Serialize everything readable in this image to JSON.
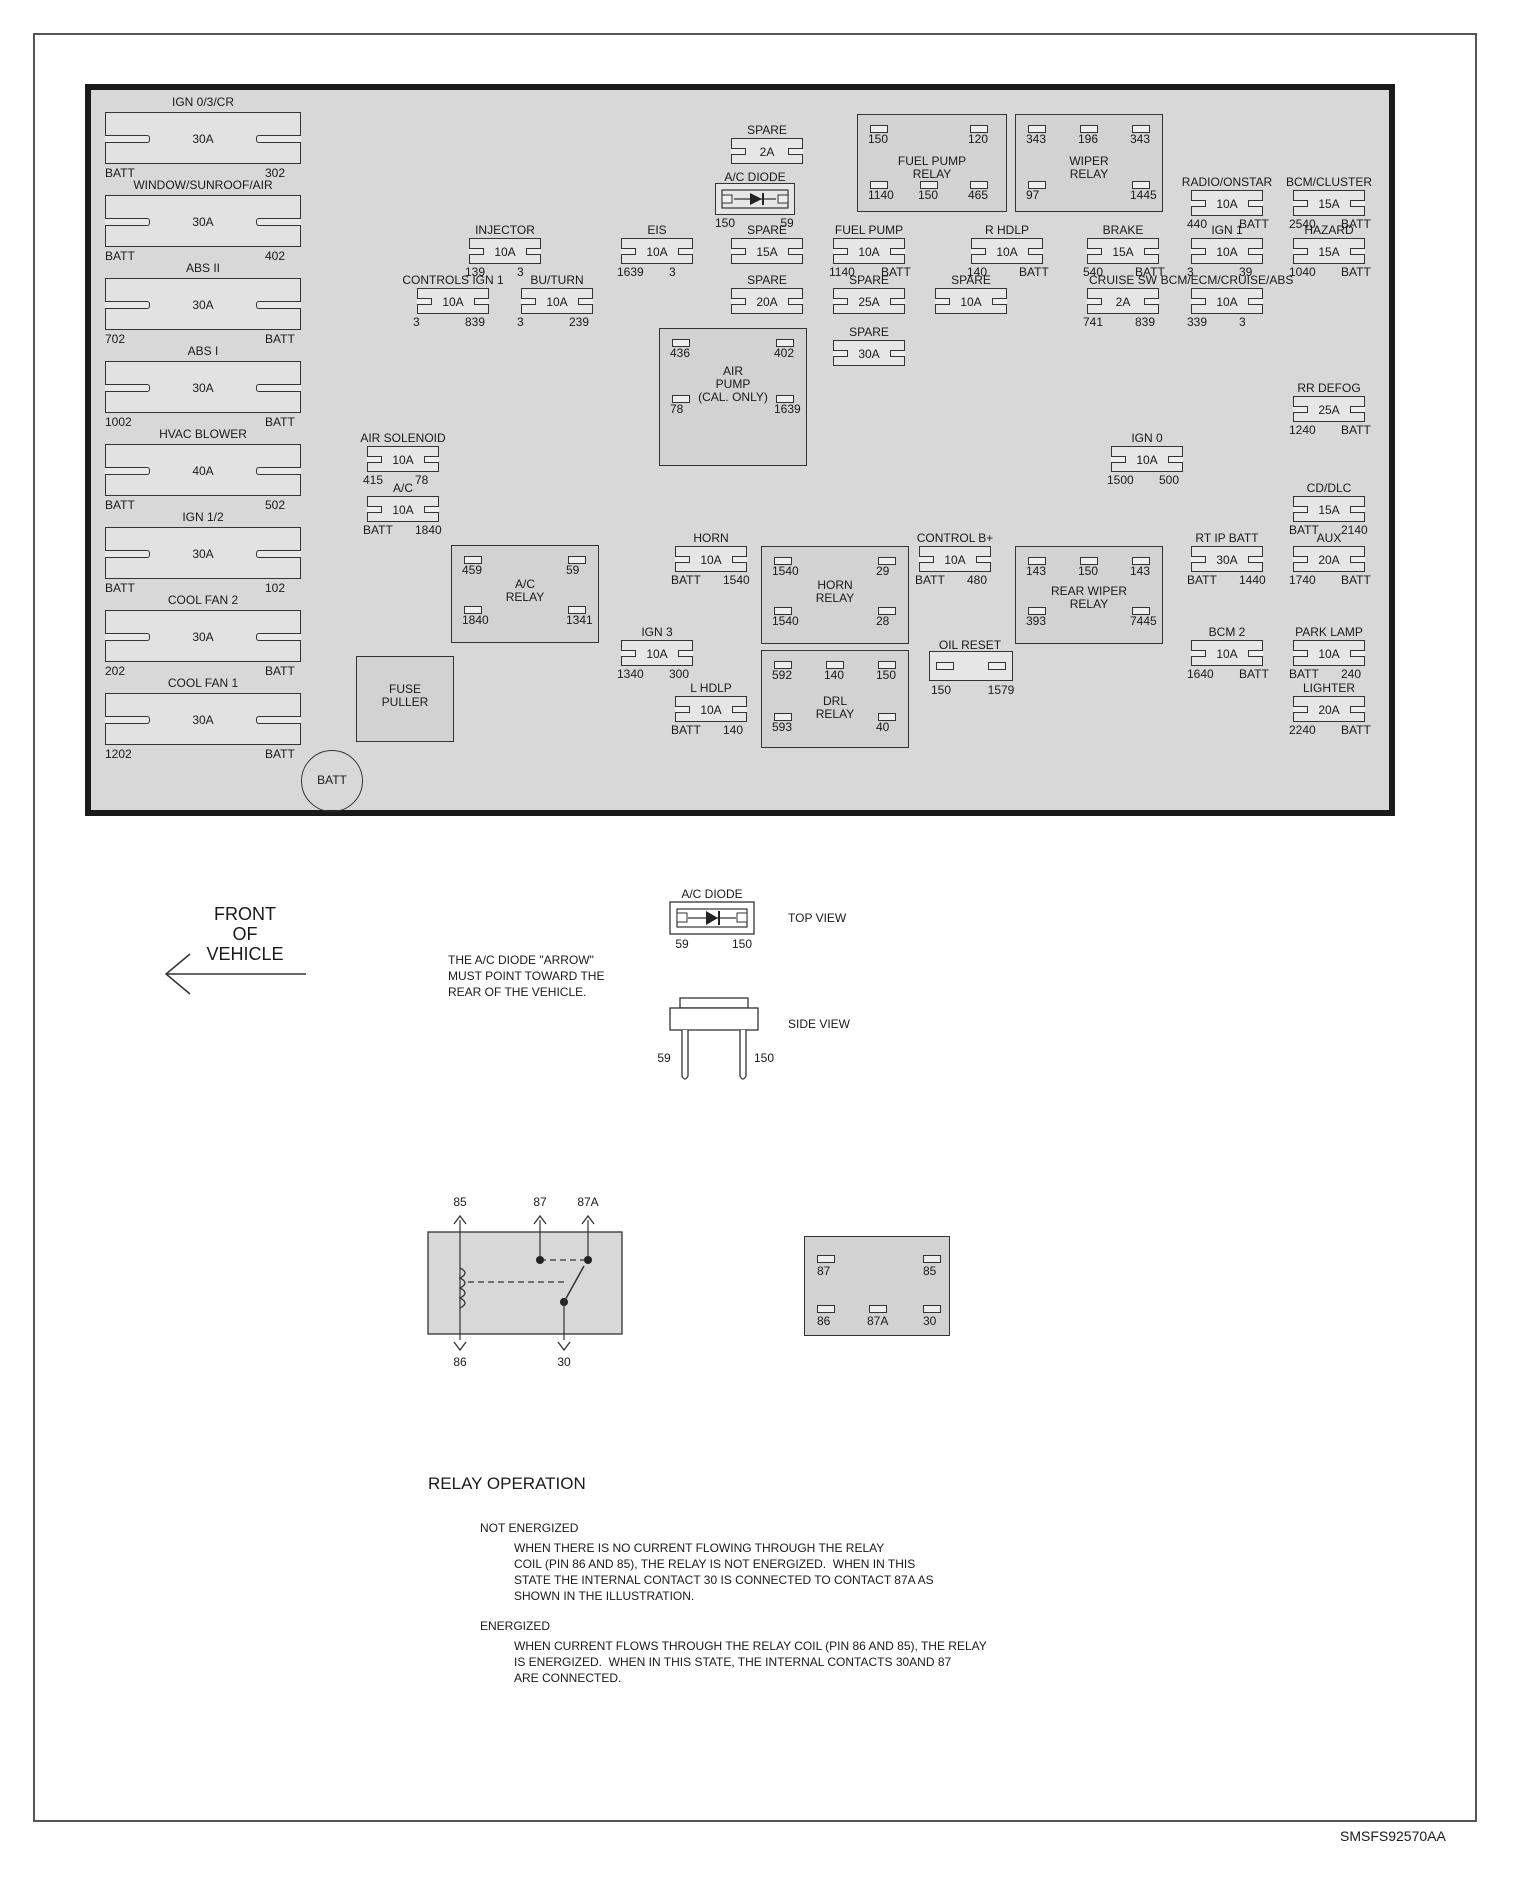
{
  "maxi_fuses": [
    {
      "name": "IGN 0/3/CR",
      "amp": "30A",
      "left": "BATT",
      "right": "302"
    },
    {
      "name": "WINDOW/SUNROOF/AIR",
      "amp": "30A",
      "left": "BATT",
      "right": "402"
    },
    {
      "name": "ABS II",
      "amp": "30A",
      "left": "702",
      "right": "BATT"
    },
    {
      "name": "ABS I",
      "amp": "30A",
      "left": "1002",
      "right": "BATT"
    },
    {
      "name": "HVAC BLOWER",
      "amp": "40A",
      "left": "BATT",
      "right": "502"
    },
    {
      "name": "IGN 1/2",
      "amp": "30A",
      "left": "BATT",
      "right": "102"
    },
    {
      "name": "COOL FAN 2",
      "amp": "30A",
      "left": "202",
      "right": "BATT"
    },
    {
      "name": "COOL FAN 1",
      "amp": "30A",
      "left": "1202",
      "right": "BATT"
    }
  ],
  "mini_fuses": [
    {
      "name": "SPARE",
      "amp": "2A",
      "left": "",
      "right": ""
    },
    {
      "name": "INJECTOR",
      "amp": "10A",
      "left": "139",
      "right": "3"
    },
    {
      "name": "EIS",
      "amp": "10A",
      "left": "1639",
      "right": "3"
    },
    {
      "name": "SPARE",
      "amp": "15A",
      "left": "",
      "right": ""
    },
    {
      "name": "FUEL PUMP",
      "amp": "10A",
      "left": "1140",
      "right": "BATT"
    },
    {
      "name": "R HDLP",
      "amp": "10A",
      "left": "140",
      "right": "BATT"
    },
    {
      "name": "BRAKE",
      "amp": "15A",
      "left": "540",
      "right": "BATT"
    },
    {
      "name": "IGN 1",
      "amp": "10A",
      "left": "3",
      "right": "39"
    },
    {
      "name": "HAZARD",
      "amp": "15A",
      "left": "1040",
      "right": "BATT"
    },
    {
      "name": "RADIO/ONSTAR",
      "amp": "10A",
      "left": "440",
      "right": "BATT"
    },
    {
      "name": "BCM/CLUSTER",
      "amp": "15A",
      "left": "2540",
      "right": "BATT"
    },
    {
      "name": "CONTROLS IGN 1",
      "amp": "10A",
      "left": "3",
      "right": "839"
    },
    {
      "name": "BU/TURN",
      "amp": "10A",
      "left": "3",
      "right": "239"
    },
    {
      "name": "SPARE",
      "amp": "20A",
      "left": "",
      "right": ""
    },
    {
      "name": "SPARE",
      "amp": "25A",
      "left": "",
      "right": ""
    },
    {
      "name": "SPARE",
      "amp": "10A",
      "left": "",
      "right": ""
    },
    {
      "name": "CRUISE SW",
      "amp": "2A",
      "left": "741",
      "right": "839"
    },
    {
      "name": "BCM/ECM/CRUISE/ABS",
      "amp": "10A",
      "left": "339",
      "right": "3"
    },
    {
      "name": "SPARE",
      "amp": "30A",
      "left": "",
      "right": ""
    },
    {
      "name": "RR DEFOG",
      "amp": "25A",
      "left": "1240",
      "right": "BATT"
    },
    {
      "name": "AIR SOLENOID",
      "amp": "10A",
      "left": "415",
      "right": "78"
    },
    {
      "name": "A/C",
      "amp": "10A",
      "left": "BATT",
      "right": "1840"
    },
    {
      "name": "IGN 0",
      "amp": "10A",
      "left": "1500",
      "right": "500"
    },
    {
      "name": "CD/DLC",
      "amp": "15A",
      "left": "BATT",
      "right": "2140"
    },
    {
      "name": "HORN",
      "amp": "10A",
      "left": "BATT",
      "right": "1540"
    },
    {
      "name": "CONTROL B+",
      "amp": "10A",
      "left": "BATT",
      "right": "480"
    },
    {
      "name": "RT IP BATT",
      "amp": "30A",
      "left": "BATT",
      "right": "1440"
    },
    {
      "name": "AUX",
      "amp": "20A",
      "left": "1740",
      "right": "BATT"
    },
    {
      "name": "IGN 3",
      "amp": "10A",
      "left": "1340",
      "right": "300"
    },
    {
      "name": "BCM 2",
      "amp": "10A",
      "left": "1640",
      "right": "BATT"
    },
    {
      "name": "PARK LAMP",
      "amp": "10A",
      "left": "BATT",
      "right": "240"
    },
    {
      "name": "L HDLP",
      "amp": "10A",
      "left": "BATT",
      "right": "140"
    },
    {
      "name": "LIGHTER",
      "amp": "20A",
      "left": "2240",
      "right": "BATT"
    }
  ],
  "relays": {
    "fuel_pump": {
      "label": "FUEL PUMP\nRELAY",
      "pins": [
        "150",
        "120",
        "1140",
        "150",
        "465"
      ]
    },
    "wiper": {
      "label": "WIPER\nRELAY",
      "pins": [
        "343",
        "196",
        "343",
        "97",
        "1445"
      ]
    },
    "air_pump": {
      "label": "AIR\nPUMP\n(CAL. ONLY)",
      "pins": [
        "436",
        "402",
        "78",
        "1639"
      ]
    },
    "ac": {
      "label": "A/C\nRELAY",
      "pins": [
        "459",
        "59",
        "1840",
        "1341"
      ]
    },
    "horn": {
      "label": "HORN\nRELAY",
      "pins": [
        "1540",
        "29",
        "1540",
        "28"
      ]
    },
    "rear_wiper": {
      "label": "REAR WIPER\nRELAY",
      "pins": [
        "143",
        "150",
        "143",
        "393",
        "7445"
      ]
    },
    "drl": {
      "label": "DRL\nRELAY",
      "pins": [
        "592",
        "140",
        "150",
        "593",
        "40"
      ]
    }
  },
  "ac_diode": {
    "label": "A/C DIODE",
    "left": "150",
    "right": "59"
  },
  "oil_reset": {
    "label": "OIL RESET",
    "left": "150",
    "right": "1579"
  },
  "fuse_puller": "FUSE\nPULLER",
  "batt": "BATT",
  "front_of_vehicle": "FRONT\nOF\nVEHICLE",
  "diode_note": "THE A/C DIODE \"ARROW\"\nMUST POINT TOWARD THE\nREAR OF THE VEHICLE.",
  "diode_top": {
    "label": "A/C DIODE",
    "left": "59",
    "right": "150",
    "view": "TOP VIEW"
  },
  "diode_side": {
    "left": "59",
    "right": "150",
    "view": "SIDE VIEW"
  },
  "relay_schematic": {
    "top": [
      "85",
      "87",
      "87A"
    ],
    "bottom": [
      "86",
      "30"
    ]
  },
  "relay_pinout": [
    "87",
    "85",
    "86",
    "87A",
    "30"
  ],
  "relay_operation": {
    "title": "RELAY OPERATION",
    "not_energized_heading": "NOT ENERGIZED",
    "not_energized_text": "WHEN THERE IS NO CURRENT FLOWING THROUGH THE RELAY\nCOIL (PIN 86 AND 85), THE RELAY IS NOT ENERGIZED.  WHEN IN THIS\nSTATE THE INTERNAL CONTACT 30 IS CONNECTED TO CONTACT 87A AS\nSHOWN IN THE ILLUSTRATION.",
    "energized_heading": "ENERGIZED",
    "energized_text": "WHEN CURRENT FLOWS THROUGH THE RELAY COIL (PIN 86 AND 85), THE RELAY\nIS ENERGIZED.  WHEN IN THIS STATE, THE INTERNAL CONTACTS 30AND 87\nARE CONNECTED."
  },
  "figure_id": "SMSFS92570AA"
}
